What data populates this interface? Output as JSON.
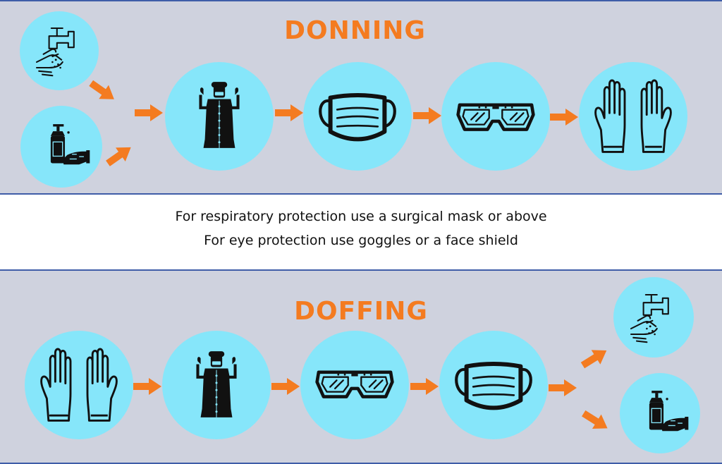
{
  "donning": {
    "title": "DONNING",
    "steps": [
      "hand-washing-icon",
      "hand-sanitizer-icon",
      "gown-icon",
      "surgical-mask-icon",
      "goggles-icon",
      "gloves-icon"
    ]
  },
  "note": {
    "line1": "For respiratory protection use a surgical mask or above",
    "line2": "For eye protection use goggles or a face shield"
  },
  "doffing": {
    "title": "DOFFING",
    "steps": [
      "gloves-icon",
      "gown-icon",
      "goggles-icon",
      "surgical-mask-icon",
      "hand-washing-icon",
      "hand-sanitizer-icon"
    ]
  },
  "colors": {
    "panel": "#cfd2de",
    "border": "#3f5da8",
    "circle": "#86e6fa",
    "arrow": "#f47b20",
    "heading": "#f47b20",
    "icon": "#111111"
  }
}
